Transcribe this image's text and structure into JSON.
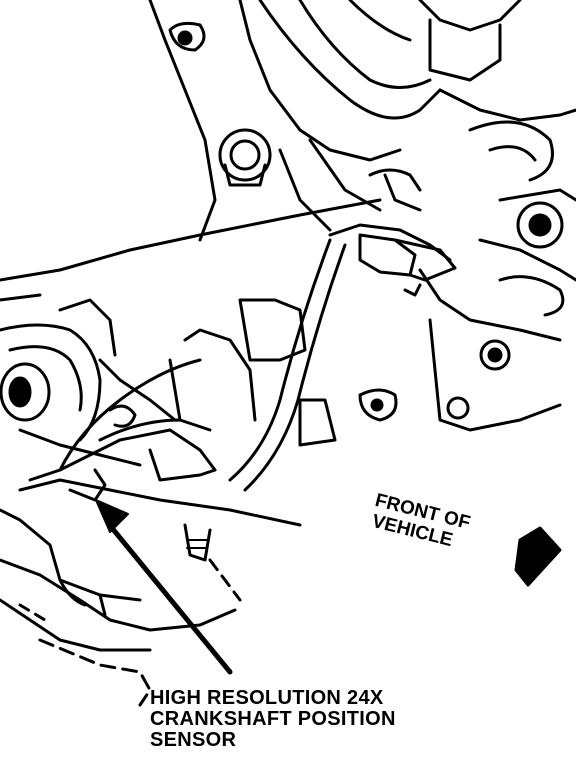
{
  "callout": {
    "line1": "HIGH RESOLUTION 24X",
    "line2": "CRANKSHAFT POSITION",
    "line3": "SENSOR"
  },
  "direction": {
    "line1": "FRONT OF",
    "line2": "VEHICLE"
  }
}
